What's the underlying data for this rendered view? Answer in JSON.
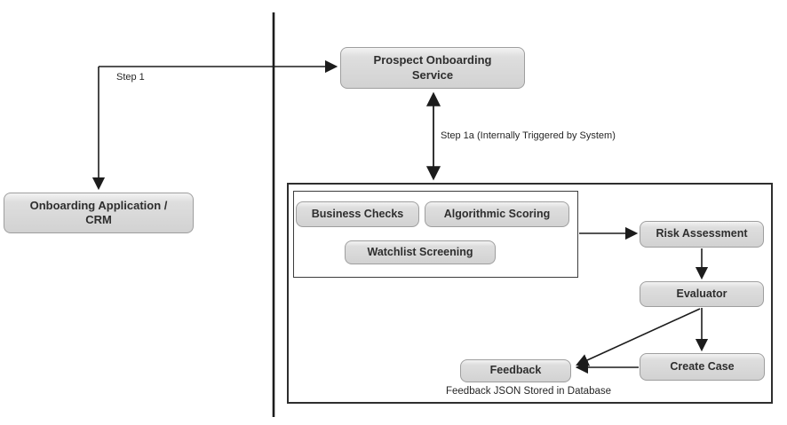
{
  "diagram": {
    "nodes": {
      "prospect_service": {
        "label": "Prospect Onboarding Service"
      },
      "onboarding_app": {
        "label": "Onboarding Application / CRM"
      },
      "business_checks": {
        "label": "Business Checks"
      },
      "algorithmic_scoring": {
        "label": "Algorithmic Scoring"
      },
      "watchlist_screening": {
        "label": "Watchlist Screening"
      },
      "risk_assessment": {
        "label": "Risk Assessment"
      },
      "evaluator": {
        "label": "Evaluator"
      },
      "create_case": {
        "label": "Create Case"
      },
      "feedback": {
        "label": "Feedback"
      }
    },
    "labels": {
      "step1": "Step 1",
      "step1a": "Step 1a (Internally Triggered by System)",
      "feedback_note": "Feedback JSON Stored in Database"
    },
    "colors": {
      "node_fill": "#d2d2d2",
      "node_fill_light": "#f3f3f3",
      "node_border": "#9e9e9e",
      "line": "#1c1c1c",
      "text": "#2e2e2e",
      "container_border": "#2e2e2e"
    }
  }
}
